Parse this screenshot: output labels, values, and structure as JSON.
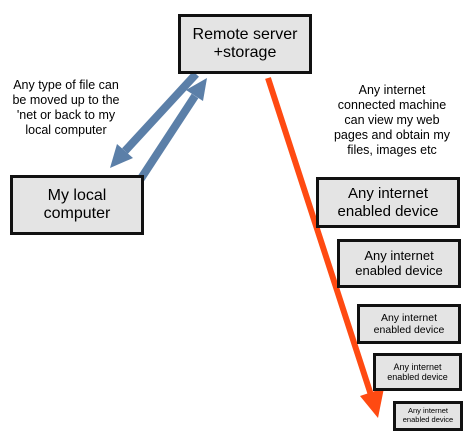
{
  "server_box": {
    "lines": [
      "Remote server",
      "+storage"
    ]
  },
  "local_box": {
    "lines": [
      "My local",
      "computer"
    ]
  },
  "left_note": {
    "lines": [
      "Any type of file can",
      "be moved up to the",
      "'net or back to my",
      "local computer"
    ]
  },
  "right_note": {
    "lines": [
      "Any internet",
      "connected machine",
      "can view my web",
      "pages and obtain my",
      "files, images etc"
    ]
  },
  "devices": [
    {
      "lines": [
        "Any internet",
        "enabled device"
      ]
    },
    {
      "lines": [
        "Any internet",
        "enabled device"
      ]
    },
    {
      "lines": [
        "Any internet",
        "enabled device"
      ]
    },
    {
      "lines": [
        "Any internet",
        "enabled device"
      ]
    },
    {
      "lines": [
        "Any internet",
        "enabled device"
      ]
    }
  ],
  "colors": {
    "upload_arrows": "#5b7fa8",
    "broadcast_arrow": "#ff4a12",
    "box_fill": "#e4e4e4"
  }
}
